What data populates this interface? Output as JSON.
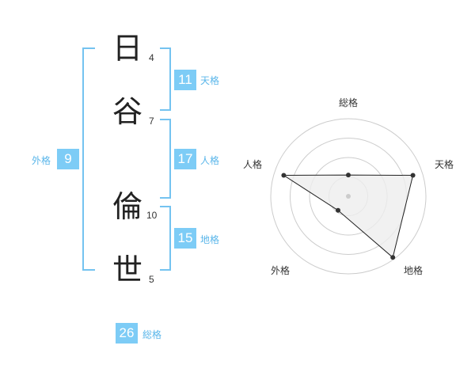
{
  "name": {
    "characters": [
      {
        "char": "日",
        "strokes": "4"
      },
      {
        "char": "谷",
        "strokes": "7"
      },
      {
        "char": "倫",
        "strokes": "10"
      },
      {
        "char": "世",
        "strokes": "5"
      }
    ]
  },
  "kaku": {
    "tenkaku": {
      "value": "11",
      "label": "天格"
    },
    "jinkaku": {
      "value": "17",
      "label": "人格"
    },
    "chikaku": {
      "value": "15",
      "label": "地格"
    },
    "gaikaku": {
      "value": "9",
      "label": "外格"
    },
    "soukaku": {
      "value": "26",
      "label": "総格"
    }
  },
  "colors": {
    "accent": "#7dccf6",
    "bracket": "#74c3f0",
    "label": "#5ab6ea",
    "radar_fill": "#eeeeee",
    "radar_ring": "#cccccc"
  },
  "chart_data": {
    "type": "radar",
    "axes": [
      "総格",
      "天格",
      "地格",
      "外格",
      "人格"
    ],
    "max": 4,
    "rings": 4,
    "values": [
      1.1,
      3.5,
      3.9,
      0.9,
      3.5
    ]
  }
}
